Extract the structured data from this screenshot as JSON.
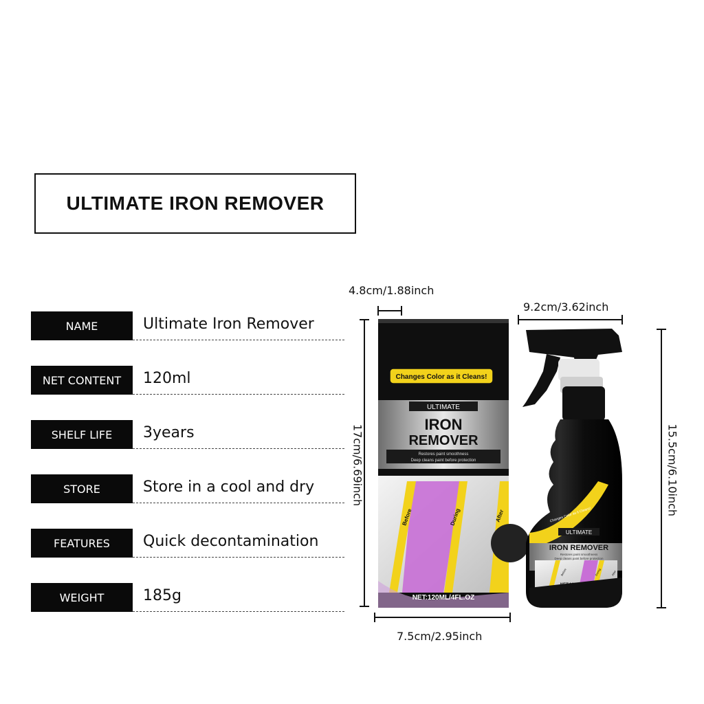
{
  "title": "ULTIMATE IRON REMOVER",
  "specs": [
    {
      "label": "NAME",
      "value": "Ultimate Iron Remover"
    },
    {
      "label": "NET CONTENT",
      "value": "120ml"
    },
    {
      "label": "SHELF LIFE",
      "value": "3years"
    },
    {
      "label": "STORE",
      "value": "Store in a cool and dry"
    },
    {
      "label": "FEATURES",
      "value": "Quick decontamination"
    },
    {
      "label": "WEIGHT",
      "value": "185g"
    }
  ],
  "dimensions": {
    "box_depth": "4.8cm/1.88inch",
    "box_height": "17cm/6.69inch",
    "box_width": "7.5cm/2.95inch",
    "bottle_width": "9.2cm/3.62inch",
    "bottle_height": "15.5cm/6.10inch"
  },
  "box_label": {
    "banner": "Changes Color as it Cleans!",
    "brand": "ULTIMATE",
    "name_line1": "IRON",
    "name_line2": "REMOVER",
    "feature1": "Restores paint smoothness",
    "feature2": "Deep cleans paint before protection",
    "stage_before": "Before",
    "stage_during": "During",
    "stage_after": "After",
    "net": "NET:120ML/4FL.OZ"
  },
  "bottle_label": {
    "banner": "Changes Color as it Cleans!",
    "brand": "ULTIMATE",
    "name": "IRON REMOVER",
    "feature1": "Restores paint smoothness",
    "feature2": "Deep cleans paint before protection",
    "stage_before": "Before",
    "stage_during": "During",
    "stage_after": "After",
    "net": "NET:120ML/4FL.OZ"
  },
  "colors": {
    "accent_yellow": "#f2d21b",
    "stain_purple": "#c86fd6",
    "black": "#0a0a0a"
  }
}
